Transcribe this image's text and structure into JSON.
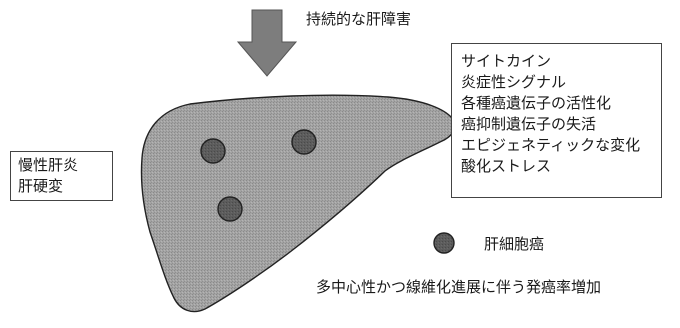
{
  "arrow_label": "持続的な肝障害",
  "factors": [
    "サイトカイン",
    "炎症性シグナル",
    "各種癌遺伝子の活性化",
    "癌抑制遺伝子の失活",
    "エピジェネティックな変化",
    "酸化ストレス"
  ],
  "diseases": [
    "慢性肝炎",
    "肝硬変"
  ],
  "legend": {
    "label": "肝細胞癌"
  },
  "caption": "多中心性かつ線維化進展に伴う発癌率増加",
  "colors": {
    "liver_fill": "#9b9b9b",
    "tumor_fill": "#5c5c5c",
    "arrow_fill": "#7d7d7d",
    "outline": "#222222"
  }
}
